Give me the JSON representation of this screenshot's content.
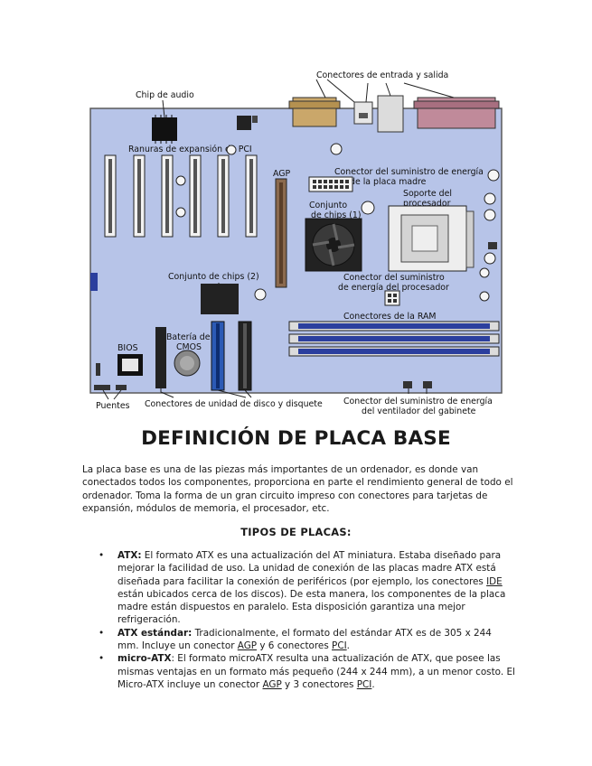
{
  "figure": {
    "labels": {
      "io_connectors": "Conectores de entrada y salida",
      "audio_chip": "Chip de audio",
      "pci_slots": "Ranuras de expansión de PCI",
      "agp": "AGP",
      "power_connector_l1": "Conector del suministro de energía",
      "power_connector_l2": "de la placa madre",
      "cpu_socket_l1": "Soporte del",
      "cpu_socket_l2": "procesador",
      "chipset1_l1": "Conjunto",
      "chipset1_l2": "de chips (1)",
      "chipset2": "Conjunto de chips (2)",
      "cpu_power_l1": "Conector del suministro",
      "cpu_power_l2": "de energía del procesador",
      "ram": "Conectores de la RAM",
      "battery_l1": "Batería de",
      "battery_l2": "CMOS",
      "bios": "BIOS",
      "jumpers": "Puentes",
      "drive_connectors": "Conectores de unidad de disco y disquete",
      "fan_power_l1": "Conector del suministro de energía",
      "fan_power_l2": "del ventilador del gabinete"
    },
    "colors": {
      "board": "#b7c4e8",
      "board_border": "#5a5a5a",
      "agp_slot": "#8b6a4e",
      "ram_slot": "#2b3f9e",
      "parallel_port": "#c08a9a",
      "serial_port": "#caa76a"
    }
  },
  "document": {
    "title": "DEFINICIÓN DE PLACA BASE",
    "intro": "La placa base es una de las piezas más importantes de un ordenador, es donde van conectados todos los componentes, proporciona en parte el rendimiento general de todo el ordenador. Toma la forma de un gran circuito impreso con conectores para tarjetas de expansión, módulos de memoria, el procesador, etc.",
    "types_heading": "TIPOS DE PLACAS:",
    "bullet_symbol": "•",
    "types": [
      {
        "term": "ATX:",
        "t1": " El formato ATX es una actualización del AT miniatura. Estaba diseñado para mejorar la facilidad de uso. La unidad de conexión de las placas madre ATX está diseñada para facilitar la conexión de periféricos (por ejemplo, los conectores ",
        "link1": "IDE",
        "t2": " están ubicados cerca de los discos). De esta manera, los componentes de la placa madre están dispuestos en paralelo. Esta disposición garantiza una mejor refrigeración."
      },
      {
        "term": "ATX estándar:",
        "t1": " Tradicionalmente, el formato del estándar ATX es de 305 x 244 mm. Incluye un conector ",
        "link1": "AGP",
        "t2": " y 6 conectores ",
        "link2": "PCI",
        "t3": "."
      },
      {
        "term": "micro-ATX",
        "t1": ": El formato microATX resulta una actualización de ATX, que posee las mismas ventajas en un formato más pequeño (244 x 244 mm), a un menor costo. El Micro-ATX incluye un conector ",
        "link1": "AGP",
        "t2": " y 3 conectores ",
        "link2": "PCI",
        "t3": "."
      }
    ]
  }
}
